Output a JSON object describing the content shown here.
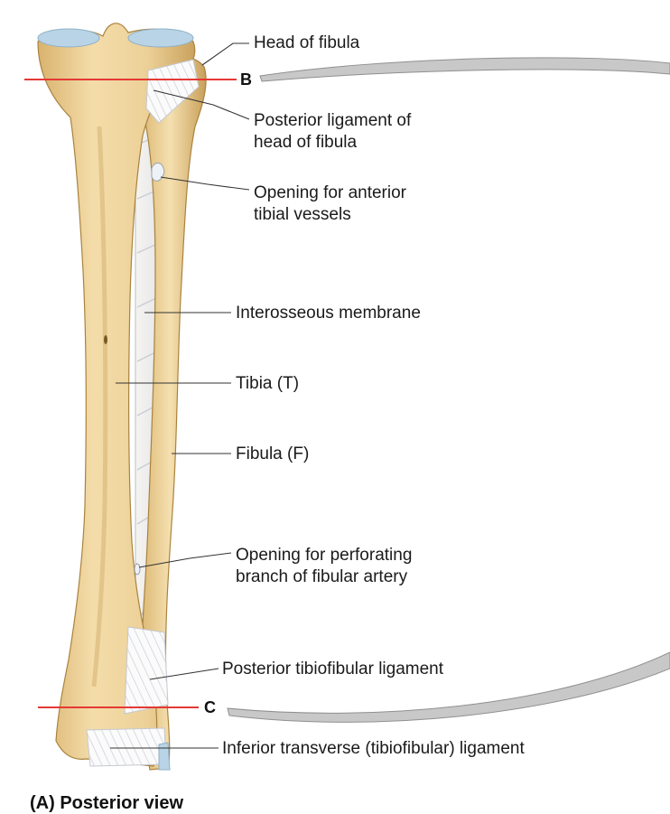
{
  "labels": {
    "head_of_fibula": "Head of fibula",
    "posterior_ligament": [
      "Posterior ligament of",
      "head of fibula"
    ],
    "opening_anterior": [
      "Opening for anterior",
      "tibial vessels"
    ],
    "interosseous": "Interosseous membrane",
    "tibia": "Tibia (T)",
    "fibula": "Fibula (F)",
    "opening_perforating": [
      "Opening for perforating",
      "branch of fibular artery"
    ],
    "posterior_tibiofibular": "Posterior tibiofibular ligament",
    "inferior_transverse": "Inferior transverse (tibiofibular) ligament"
  },
  "section_letters": {
    "b": "B",
    "c": "C"
  },
  "caption": "(A) Posterior view",
  "colors": {
    "bone": "#f0d7a0",
    "bone_shadow": "#c9a35f",
    "cartilage": "#b9d4e6",
    "ligament": "#ffffff",
    "section_line": "#e53935",
    "section_band": "#c8c8c8"
  }
}
